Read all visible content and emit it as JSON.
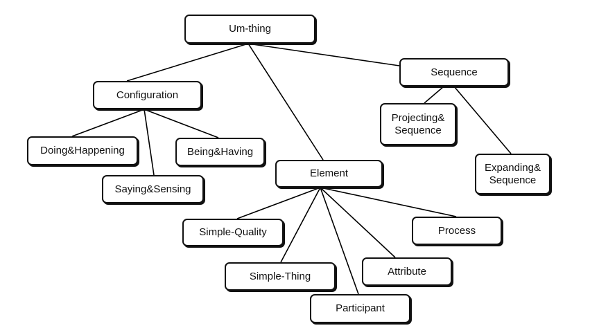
{
  "diagram": {
    "nodes": {
      "um_thing": "Um-thing",
      "sequence": "Sequence",
      "configuration": "Configuration",
      "projecting_sequence": "Projecting&\nSequence",
      "doing_happening": "Doing&Happening",
      "being_having": "Being&Having",
      "element": "Element",
      "expanding_sequence": "Expanding&\nSequence",
      "saying_sensing": "Saying&Sensing",
      "process": "Process",
      "simple_quality": "Simple-Quality",
      "attribute": "Attribute",
      "simple_thing": "Simple-Thing",
      "participant": "Participant"
    },
    "edges": [
      [
        "um_thing",
        "configuration"
      ],
      [
        "um_thing",
        "sequence"
      ],
      [
        "um_thing",
        "element"
      ],
      [
        "configuration",
        "doing_happening"
      ],
      [
        "configuration",
        "saying_sensing"
      ],
      [
        "configuration",
        "being_having"
      ],
      [
        "sequence",
        "projecting_sequence"
      ],
      [
        "sequence",
        "expanding_sequence"
      ],
      [
        "element",
        "simple_quality"
      ],
      [
        "element",
        "simple_thing"
      ],
      [
        "element",
        "participant"
      ],
      [
        "element",
        "attribute"
      ],
      [
        "element",
        "process"
      ]
    ]
  }
}
